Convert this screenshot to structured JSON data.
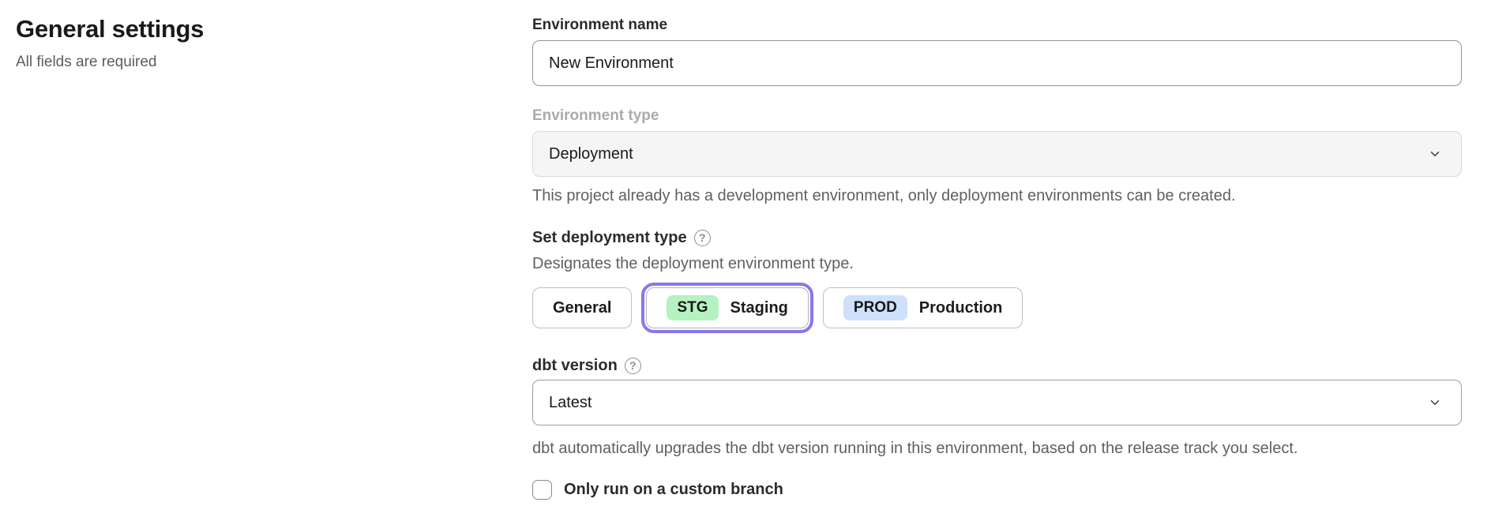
{
  "page": {
    "title": "General settings",
    "subtitle": "All fields are required"
  },
  "icons": {
    "help_glyph": "?"
  },
  "form": {
    "environment_name": {
      "label": "Environment name",
      "value": "New Environment"
    },
    "environment_type": {
      "label": "Environment type",
      "value": "Deployment",
      "disabled": true,
      "helper": "This project already has a development environment, only deployment environments can be created."
    },
    "deployment_type": {
      "label": "Set deployment type",
      "description": "Designates the deployment environment type.",
      "options": [
        {
          "label": "General",
          "selected": false
        },
        {
          "label": "Staging",
          "badge": "STG",
          "selected": true
        },
        {
          "label": "Production",
          "badge": "PROD",
          "selected": false
        }
      ]
    },
    "dbt_version": {
      "label": "dbt version",
      "value": "Latest",
      "helper": "dbt automatically upgrades the dbt version running in this environment, based on the release track you select."
    },
    "custom_branch": {
      "label": "Only run on a custom branch",
      "checked": false
    }
  },
  "colors": {
    "accent_purple": "#8678ee",
    "badge_staging_green": "#b5f2c2",
    "badge_production_blue": "#cfe0fa",
    "disabled_field_bg": "#f5f5f5",
    "helper_text_gray": "#606060"
  }
}
